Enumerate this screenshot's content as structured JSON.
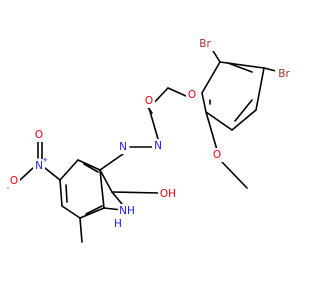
{
  "colors": {
    "bond": "#000000",
    "carbon": "#000000",
    "oxygen": "#e8000b",
    "nitrogen": "#1c1ce0",
    "bromine": "#a5341f",
    "background": "#ffffff"
  },
  "labels": {
    "br_top": "Br",
    "br_right": "Br",
    "o_ether": "O",
    "o_methoxy": "O",
    "o_amide": "O",
    "n_hydrazone_1": "N",
    "n_hydrazone_2": "N",
    "n_nitro": "N",
    "n_nitro_charge": "+",
    "o_nitro_top": "O",
    "o_nitro_left": "O",
    "o_nitro_charge": "-",
    "nh_ring": "NH",
    "h_ring": "H",
    "oh_ring": "OH"
  }
}
